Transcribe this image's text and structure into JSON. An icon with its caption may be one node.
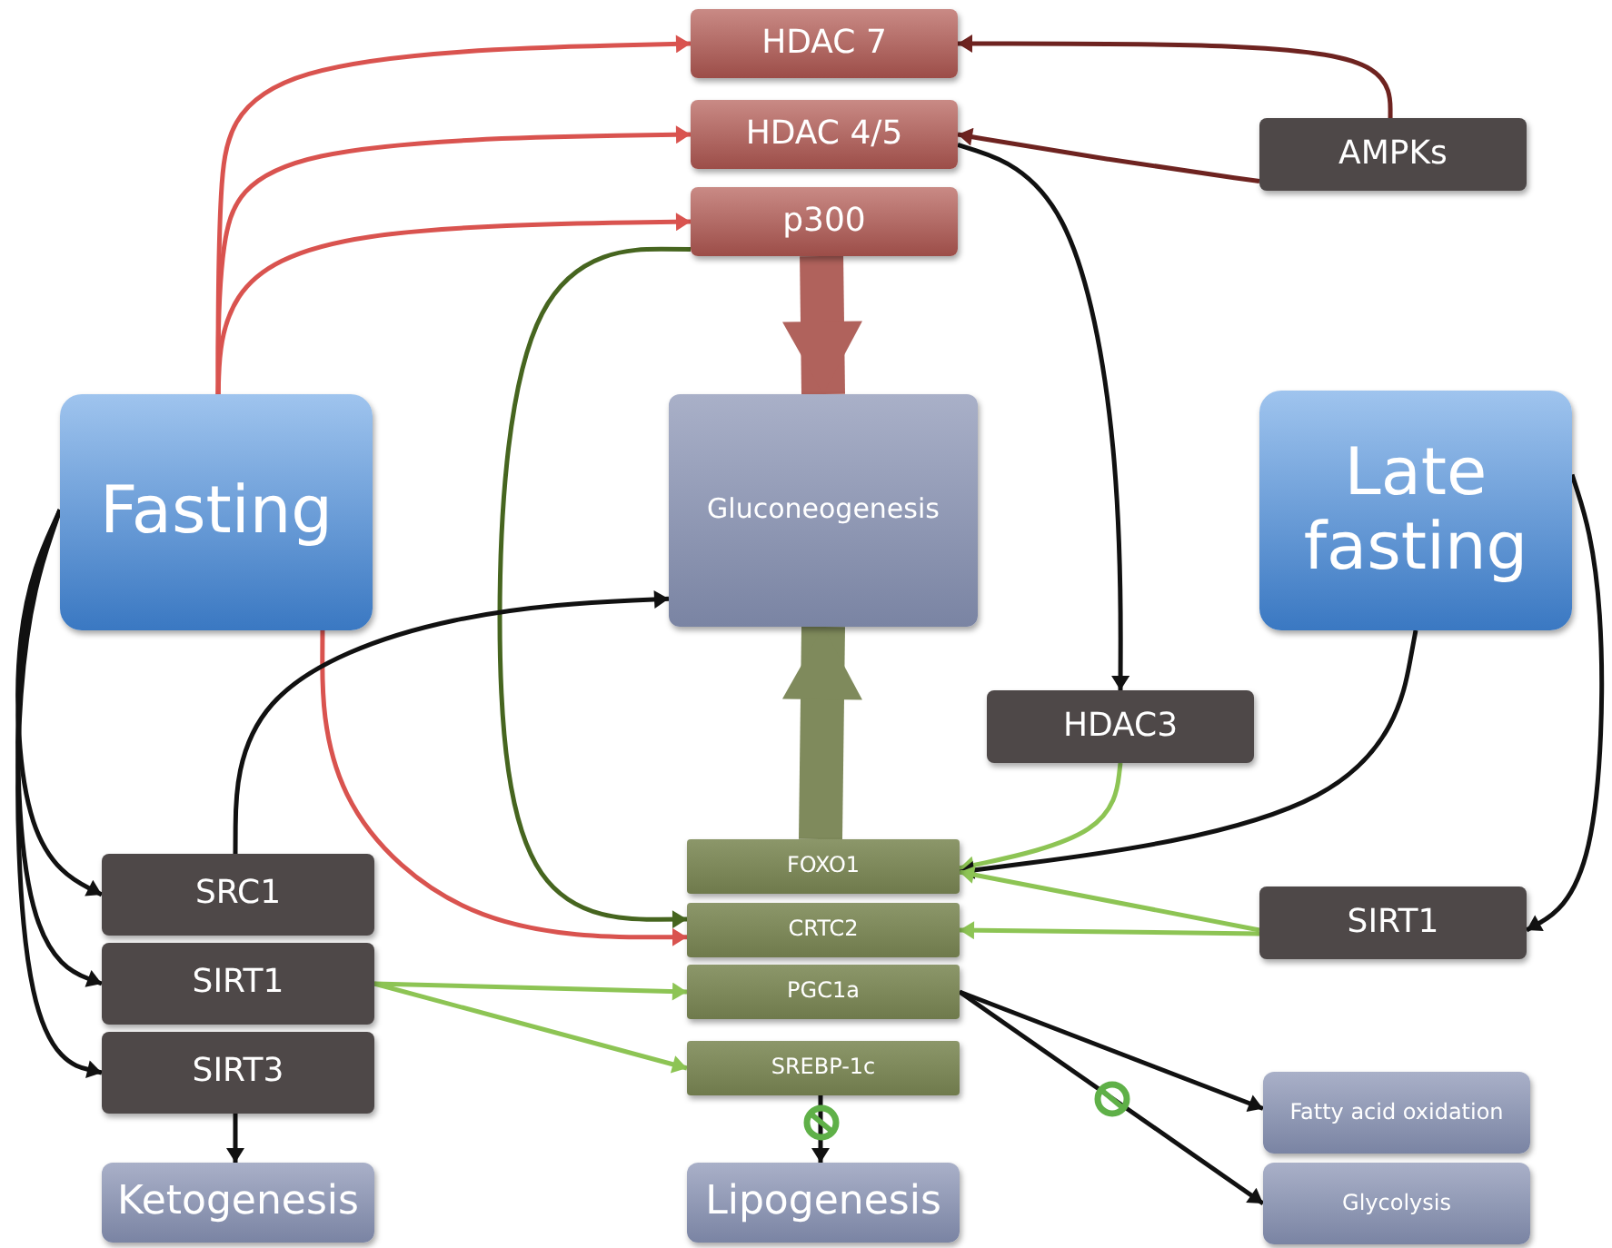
{
  "diagram": {
    "nodes": [
      {
        "text": [
          "HDAC 7"
        ]
      },
      {
        "text": [
          "HDAC 4/5"
        ]
      },
      {
        "text": [
          "p300"
        ]
      },
      {
        "text": [
          "AMPKs"
        ]
      },
      {
        "text": [
          "Fasting"
        ]
      },
      {
        "text": [
          "Gluconeogenesis"
        ]
      },
      {
        "text": [
          "Late fasting"
        ]
      },
      {
        "text": [
          "HDAC3"
        ]
      },
      {
        "text": [
          "SRC1"
        ]
      },
      {
        "text": [
          "SIRT1"
        ]
      },
      {
        "text": [
          "SIRT3"
        ]
      },
      {
        "text": [
          "FOXO1"
        ]
      },
      {
        "text": [
          "CRTC2"
        ]
      },
      {
        "text": [
          "PGC1a"
        ]
      },
      {
        "text": [
          "SREBP-1c"
        ]
      },
      {
        "text": [
          "SIRT1"
        ]
      },
      {
        "text": [
          "Ketogenesis"
        ]
      },
      {
        "text": [
          "Lipogenesis"
        ]
      },
      {
        "text": [
          "Fatty acid oxidation"
        ]
      },
      {
        "text": [
          "Glycolysis"
        ]
      }
    ],
    "edges": [
      {
        "from": 4,
        "to": 0,
        "arrow": "to",
        "color": "#d9534f"
      },
      {
        "from": 4,
        "to": 1,
        "arrow": "to",
        "color": "#d9534f"
      },
      {
        "from": 4,
        "to": 2,
        "arrow": "to",
        "color": "#d9534f"
      },
      {
        "from": 3,
        "to": 0,
        "arrow": "to",
        "color": "#6e2320"
      },
      {
        "from": 3,
        "to": 1,
        "arrow": "to",
        "color": "#6e2320"
      },
      {
        "from": 1,
        "to": 7,
        "arrow": "to"
      },
      {
        "from": 2,
        "to": 12,
        "arrow": "to",
        "color": "#46651f"
      },
      {
        "from": 4,
        "to": 12,
        "arrow": "to",
        "color": "#d9534f"
      },
      {
        "from": 4,
        "to": 8,
        "arrow": "to"
      },
      {
        "from": 4,
        "to": 9,
        "arrow": "to"
      },
      {
        "from": 4,
        "to": 10,
        "arrow": "to"
      },
      {
        "from": 8,
        "to": 5,
        "arrow": "to"
      },
      {
        "from": 10,
        "to": 16,
        "arrow": "to"
      },
      {
        "from": 9,
        "to": 13,
        "arrow": "to",
        "color": "#8dc454"
      },
      {
        "from": 9,
        "to": 14,
        "arrow": "to",
        "color": "#8dc454"
      },
      {
        "from": 7,
        "to": 11,
        "arrow": "to",
        "color": "#8dc454"
      },
      {
        "from": 6,
        "to": 11,
        "arrow": "to"
      },
      {
        "from": 6,
        "to": 15,
        "arrow": "to"
      },
      {
        "from": 15,
        "to": 11,
        "arrow": "to",
        "color": "#8dc454"
      },
      {
        "from": 15,
        "to": 12,
        "arrow": "to",
        "color": "#8dc454"
      },
      {
        "from": 13,
        "to": 18,
        "arrow": "to"
      },
      {
        "from": 13,
        "to": 19,
        "arrow": "to"
      },
      {
        "from": 14,
        "to": 17,
        "arrow": "to"
      },
      {
        "from": 2,
        "to": 5,
        "arrow": "to",
        "style": "thick",
        "color": "#b0625c"
      },
      {
        "from": 11,
        "to": 5,
        "arrow": "to",
        "style": "thick",
        "color": "#7f8a5c"
      }
    ]
  }
}
